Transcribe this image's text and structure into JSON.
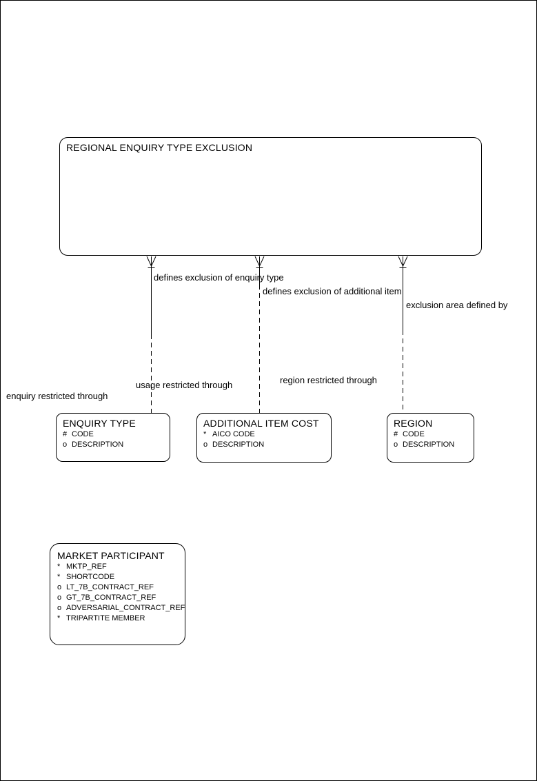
{
  "entities": {
    "root": {
      "title": "REGIONAL ENQUIRY TYPE EXCLUSION"
    },
    "enquiry_type": {
      "title": "ENQUIRY TYPE",
      "attributes": [
        {
          "prefix": "#",
          "name": "CODE"
        },
        {
          "prefix": "o",
          "name": "DESCRIPTION"
        }
      ]
    },
    "additional_item_cost": {
      "title": "ADDITIONAL ITEM COST",
      "attributes": [
        {
          "prefix": "*",
          "name": "AICO CODE"
        },
        {
          "prefix": "o",
          "name": "DESCRIPTION"
        }
      ]
    },
    "region": {
      "title": "REGION",
      "attributes": [
        {
          "prefix": "#",
          "name": "CODE"
        },
        {
          "prefix": "o",
          "name": "DESCRIPTION"
        }
      ]
    },
    "market_participant": {
      "title": "MARKET PARTICIPANT",
      "attributes": [
        {
          "prefix": "*",
          "name": "MKTP_REF"
        },
        {
          "prefix": "*",
          "name": "SHORTCODE"
        },
        {
          "prefix": "o",
          "name": "LT_7B_CONTRACT_REF"
        },
        {
          "prefix": "o",
          "name": "GT_7B_CONTRACT_REF"
        },
        {
          "prefix": "o",
          "name": "ADVERSARIAL_CONTRACT_REF"
        },
        {
          "prefix": "*",
          "name": "TRIPARTITE MEMBER"
        }
      ]
    }
  },
  "relationships": [
    {
      "text": "defines exclusion of enquiry type"
    },
    {
      "text": "defines exclusion of additional item"
    },
    {
      "text": "exclusion area defined by"
    },
    {
      "text": "usage restricted through"
    },
    {
      "text": "region restricted through"
    },
    {
      "text": "enquiry restricted through"
    }
  ],
  "colors": {
    "stroke": "#000000",
    "background": "#ffffff",
    "text": "#000000"
  }
}
